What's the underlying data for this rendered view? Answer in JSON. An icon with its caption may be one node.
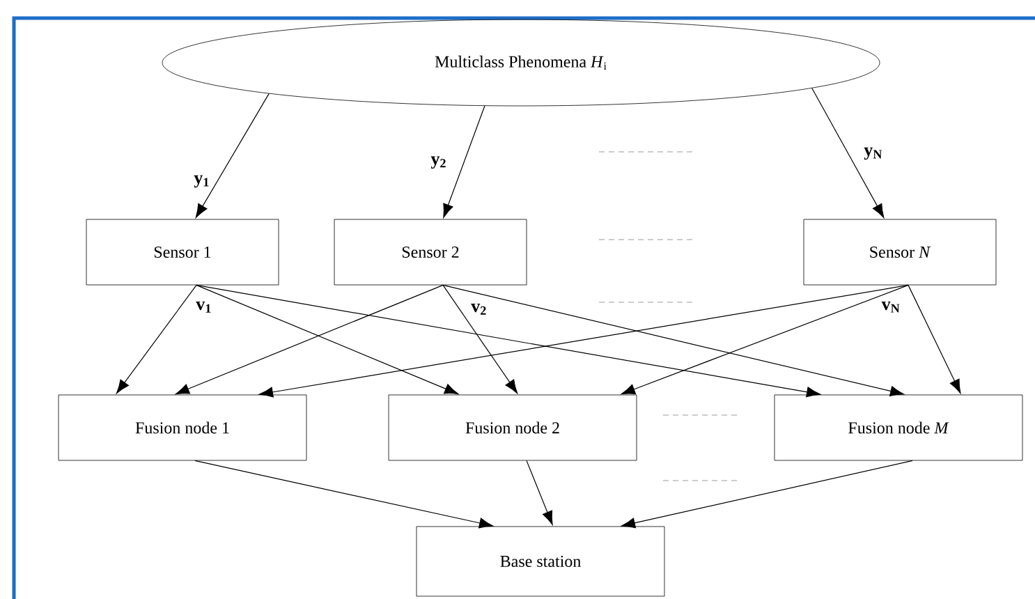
{
  "diagram": {
    "nodes": [
      {
        "text": [
          "Multiclass Phenomena *H*$_{i}$"
        ]
      },
      {
        "text": [
          "Sensor 1"
        ]
      },
      {
        "text": [
          "Sensor 2"
        ]
      },
      {
        "text": [
          "Sensor *N*"
        ]
      },
      {
        "text": [
          "Fusion node 1"
        ]
      },
      {
        "text": [
          "Fusion node 2"
        ]
      },
      {
        "text": [
          "Fusion node *M*"
        ]
      },
      {
        "text": [
          "Base station"
        ]
      }
    ],
    "edges": [
      {
        "from": 0,
        "to": 1,
        "arrow": "to",
        "label": "y$_{1}$"
      },
      {
        "from": 0,
        "to": 2,
        "arrow": "to",
        "label": "y$_{2}$"
      },
      {
        "from": 0,
        "to": 3,
        "arrow": "to",
        "label": "y$_{N}$"
      },
      {
        "from": 1,
        "to": 4,
        "arrow": "to",
        "label": "v$_{1}$"
      },
      {
        "from": 1,
        "to": 5,
        "arrow": "to"
      },
      {
        "from": 1,
        "to": 6,
        "arrow": "to"
      },
      {
        "from": 2,
        "to": 4,
        "arrow": "to"
      },
      {
        "from": 2,
        "to": 5,
        "arrow": "to",
        "label": "v$_{2}$"
      },
      {
        "from": 2,
        "to": 6,
        "arrow": "to"
      },
      {
        "from": 3,
        "to": 4,
        "arrow": "to"
      },
      {
        "from": 3,
        "to": 5,
        "arrow": "to"
      },
      {
        "from": 3,
        "to": 6,
        "arrow": "to",
        "label": "v$_{N}$"
      },
      {
        "from": 4,
        "to": 7,
        "arrow": "to"
      },
      {
        "from": 5,
        "to": 7,
        "arrow": "to"
      },
      {
        "from": 6,
        "to": 7,
        "arrow": "to"
      }
    ]
  }
}
